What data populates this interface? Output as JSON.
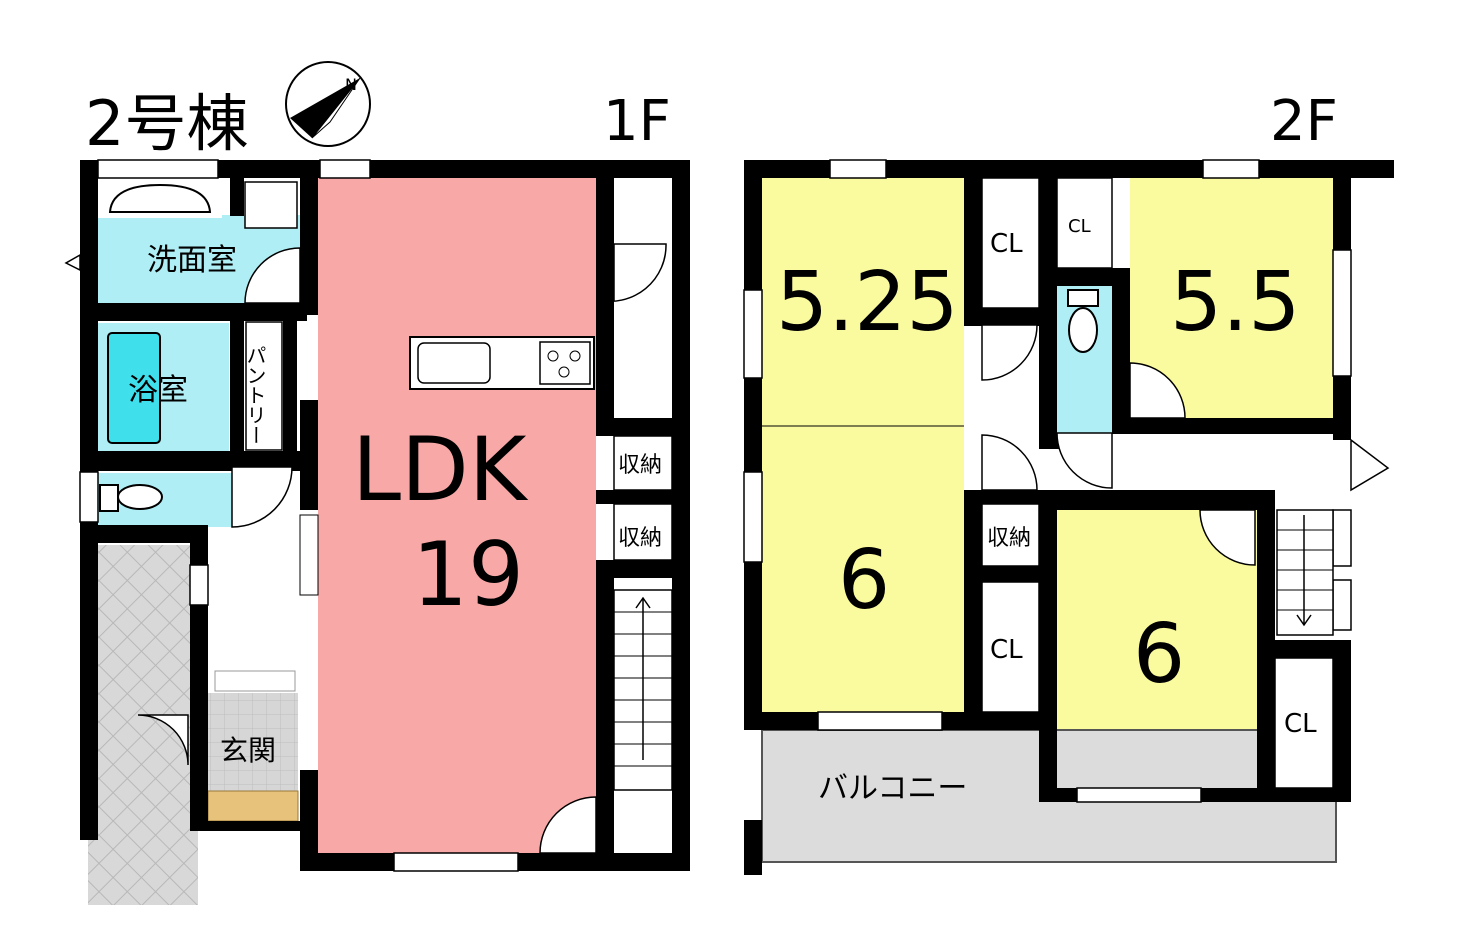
{
  "header": {
    "building": "2号棟",
    "compass_letter": "N",
    "floor1": "1F",
    "floor2": "2F"
  },
  "floor1": {
    "senmen": "洗面室",
    "yokushitsu": "浴室",
    "pantry": "パントリー",
    "ldk_label": "LDK",
    "ldk_size": "19",
    "shuno1": "収納",
    "shuno2": "収納",
    "genkan": "玄関"
  },
  "floor2": {
    "room_a_size": "5.25",
    "room_b_size": "5.5",
    "room_c_size": "6",
    "room_d_size": "6",
    "cl_a": "CL",
    "cl_b": "CL",
    "cl_c": "CL",
    "cl_d": "CL",
    "shuno": "収納",
    "balcony": "バルコニー"
  },
  "colors": {
    "ldk": "#f9a8a8",
    "wet_rooms": "#aeeef4",
    "bedrooms": "#fafa9e",
    "balcony": "#dcdcdc",
    "entry_floor": "#d6d6d6",
    "step": "#e6c27a",
    "wall": "#000000"
  }
}
